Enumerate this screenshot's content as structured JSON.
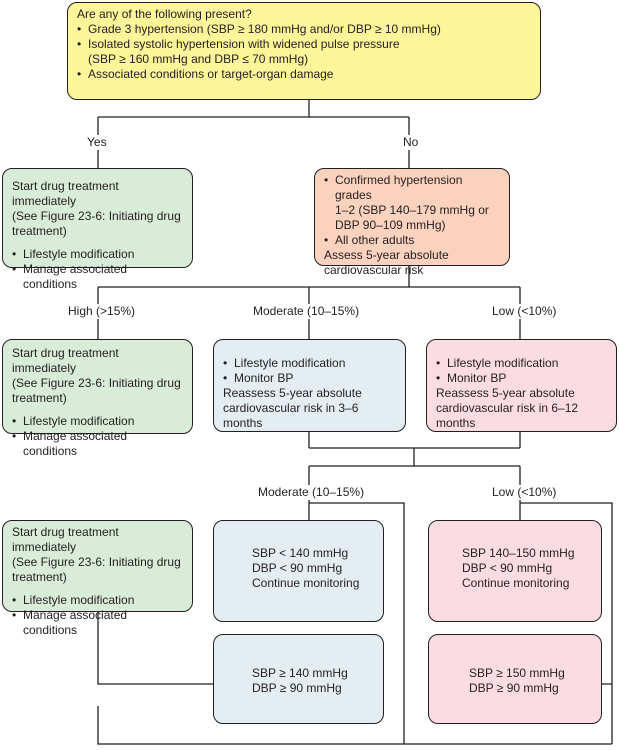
{
  "top": {
    "question": "Are any of the following present?",
    "bullets": [
      "Grade 3 hypertension (SBP ≥ 180 mmHg and/or DBP ≥ 10 mmHg)",
      "Isolated systolic hypertension with widened pulse pressure",
      "Associated conditions or target-organ damage"
    ],
    "bullet_2_cont": "(SBP ≥ 160 mmHg and DBP ≤ 70 mmHg)"
  },
  "branch_labels": {
    "yes": "Yes",
    "no": "No"
  },
  "yes_box": {
    "line1": "Start drug treatment immediately",
    "line2": "(See Figure 23-6: Initiating drug",
    "line3": "treatment)",
    "bullets": [
      "Lifestyle modification",
      "Manage associated conditions"
    ]
  },
  "no_box": {
    "bullets": [
      "Confirmed hypertension grades",
      "All other adults"
    ],
    "bullet1_line2": "1–2 (SBP 140–179 mmHg or",
    "bullet1_line3": "DBP 90–109 mmHg)",
    "assess_line1": "Assess 5-year absolute",
    "assess_line2": "cardiovascular risk"
  },
  "risk_labels": {
    "high": "High (>15%)",
    "moderate": "Moderate (10–15%)",
    "low": "Low (<10%)"
  },
  "high_box": {
    "line1": "Start drug treatment immediately",
    "line2": "(See Figure 23-6: Initiating drug",
    "line3": "treatment)",
    "bullets": [
      "Lifestyle modification",
      "Manage associated conditions"
    ]
  },
  "moderate_box": {
    "bullets": [
      "Lifestyle modification",
      "Monitor BP"
    ],
    "line1": "Reassess 5-year absolute",
    "line2": "cardiovascular risk in 3–6 months"
  },
  "low_box": {
    "bullets": [
      "Lifestyle modification",
      "Monitor BP"
    ],
    "line1": "Reassess 5-year absolute",
    "line2": "cardiovascular risk in 6–12 months"
  },
  "second_labels": {
    "moderate": "Moderate (10–15%)",
    "low": "Low (<10%)"
  },
  "final_start_box": {
    "line1": "Start drug treatment immediately",
    "line2": "(See Figure 23-6: Initiating drug",
    "line3": "treatment)",
    "bullets": [
      "Lifestyle modification",
      "Manage associated conditions"
    ]
  },
  "mod_continue_box": {
    "sbp": "SBP < 140 mmHg",
    "dbp": "DBP < 90 mmHg",
    "action": "Continue monitoring"
  },
  "mod_high_box": {
    "sbp": "SBP ≥ 140 mmHg",
    "dbp": "DBP ≥ 90 mmHg"
  },
  "low_continue_box": {
    "sbp": "SBP 140–150 mmHg",
    "dbp": "DBP < 90 mmHg",
    "action": "Continue monitoring"
  },
  "low_high_box": {
    "sbp": "SBP ≥ 150 mmHg",
    "dbp": "DBP ≥ 90 mmHg"
  }
}
